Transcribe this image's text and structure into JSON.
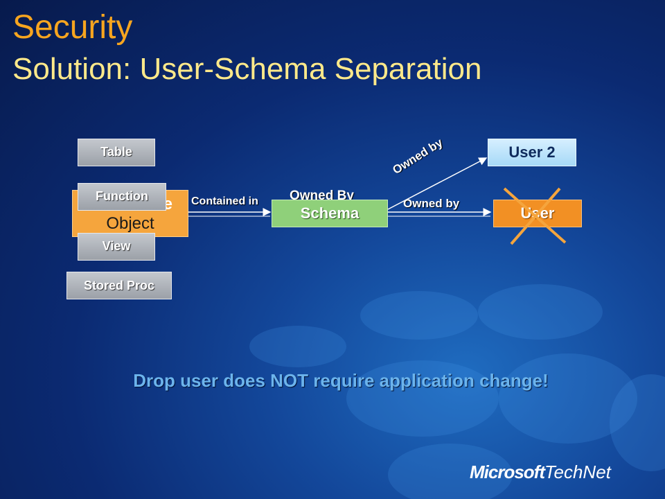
{
  "slide": {
    "title": "Security",
    "subtitle": "Solution: User-Schema Separation",
    "caption": "Drop user does NOT require application change!"
  },
  "diagram": {
    "object_label_a": "e",
    "object_label_b": "Object",
    "object_types": [
      "Table",
      "Function",
      "View",
      "Stored Proc"
    ],
    "schema": "Schema",
    "schema_owned_by": "Owned By",
    "contained_in": "Contained in",
    "owned_by_user": "Owned by",
    "owned_by_user2": "Owned by",
    "user": "User",
    "user2": "User 2",
    "user_status": "crossed-out"
  },
  "logo": {
    "brand": "Microsoft",
    "product": "TechNet"
  },
  "colors": {
    "title": "#f7a51f",
    "subtitle": "#ffe98a",
    "object": "#f5a53d",
    "schema": "#8fd07a",
    "user": "#f29024",
    "user2": "#a6d9f7",
    "caption": "#6cb4ec"
  }
}
